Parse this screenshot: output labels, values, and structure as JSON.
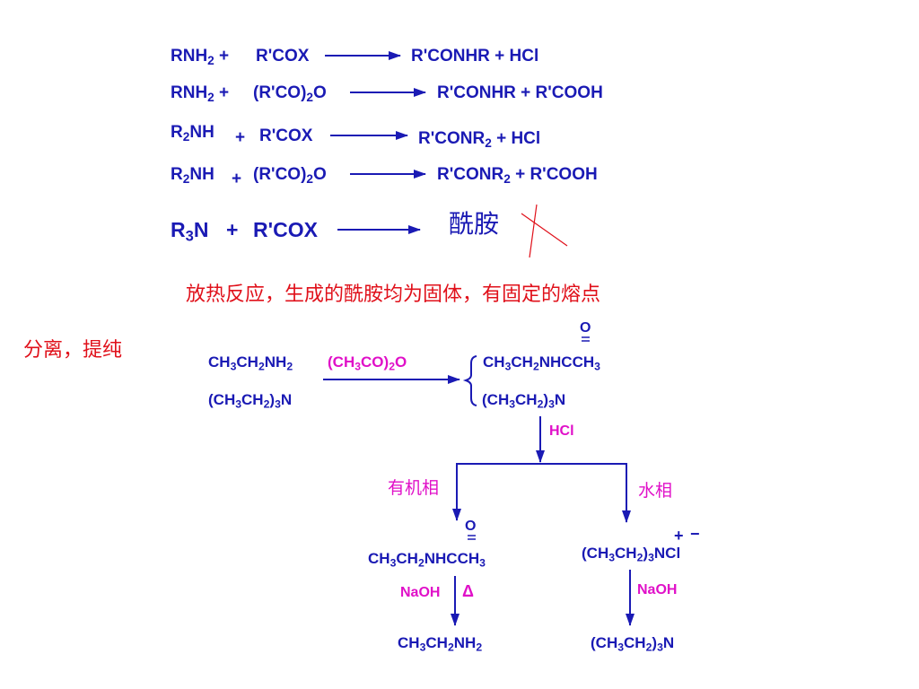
{
  "reactions": [
    {
      "reactant_a": [
        "RNH",
        "2",
        " +"
      ],
      "reactant_b": "R'COX",
      "product": "R'CONHR + HCl"
    },
    {
      "reactant_a": [
        "RNH",
        "2",
        " +"
      ],
      "reactant_b": [
        "(R'CO)",
        "2",
        "O"
      ],
      "product": "R'CONHR + R'COOH"
    },
    {
      "reactant_a": [
        "R",
        "2",
        "NH"
      ],
      "plus": "+",
      "reactant_b": "R'COX",
      "product": [
        "R'CONR",
        "2",
        "+ HCl"
      ]
    },
    {
      "reactant_a": [
        "R",
        "2",
        "NH"
      ],
      "plus": "+",
      "reactant_b": [
        "(R'CO)",
        "2",
        "O"
      ],
      "product": [
        "R'CONR",
        "2",
        "+ R'COOH"
      ]
    },
    {
      "reactant_a": [
        "R",
        "3",
        "N"
      ],
      "plus": "+",
      "reactant_b": "R'COX",
      "product": "酰胺"
    }
  ],
  "note": "放热反应，生成的酰胺均为固体，有固定的熔点",
  "separation_label": "分离，提纯",
  "scheme": {
    "start_1": [
      "CH",
      "3",
      "CH",
      "2",
      "NH",
      "2"
    ],
    "start_2": [
      "(CH",
      "3",
      "CH",
      "2",
      ")",
      "3",
      "N"
    ],
    "reagent": [
      "(CH",
      "3",
      "CO)",
      "2",
      "O"
    ],
    "carbonyl_o": "O",
    "mix_amide": [
      "CH",
      "3",
      "CH",
      "2",
      "NHCCH",
      "3"
    ],
    "mix_amine": [
      "(CH",
      "3",
      "CH",
      "2",
      ")",
      "3",
      "N"
    ],
    "hcl": "HCl",
    "organic_phase": "有机相",
    "aqueous_phase": "水相",
    "organic_amide": [
      "CH",
      "3",
      "CH",
      "2",
      "NHCCH",
      "3"
    ],
    "aqueous_salt": [
      "(CH",
      "3",
      "CH",
      "2",
      ")",
      "3",
      "NCl"
    ],
    "charge_plus": "+",
    "charge_minus": "−",
    "naoh_left": "NaOH",
    "delta": "Δ",
    "naoh_right": "NaOH",
    "product_left": [
      "CH",
      "3",
      "CH",
      "2",
      "NH",
      "2"
    ],
    "product_right": [
      "(CH",
      "3",
      "CH",
      "2",
      ")",
      "3",
      "N"
    ]
  },
  "colors": {
    "blue": "#1a1ab4",
    "red": "#e0101a",
    "magenta": "#e010c8"
  }
}
